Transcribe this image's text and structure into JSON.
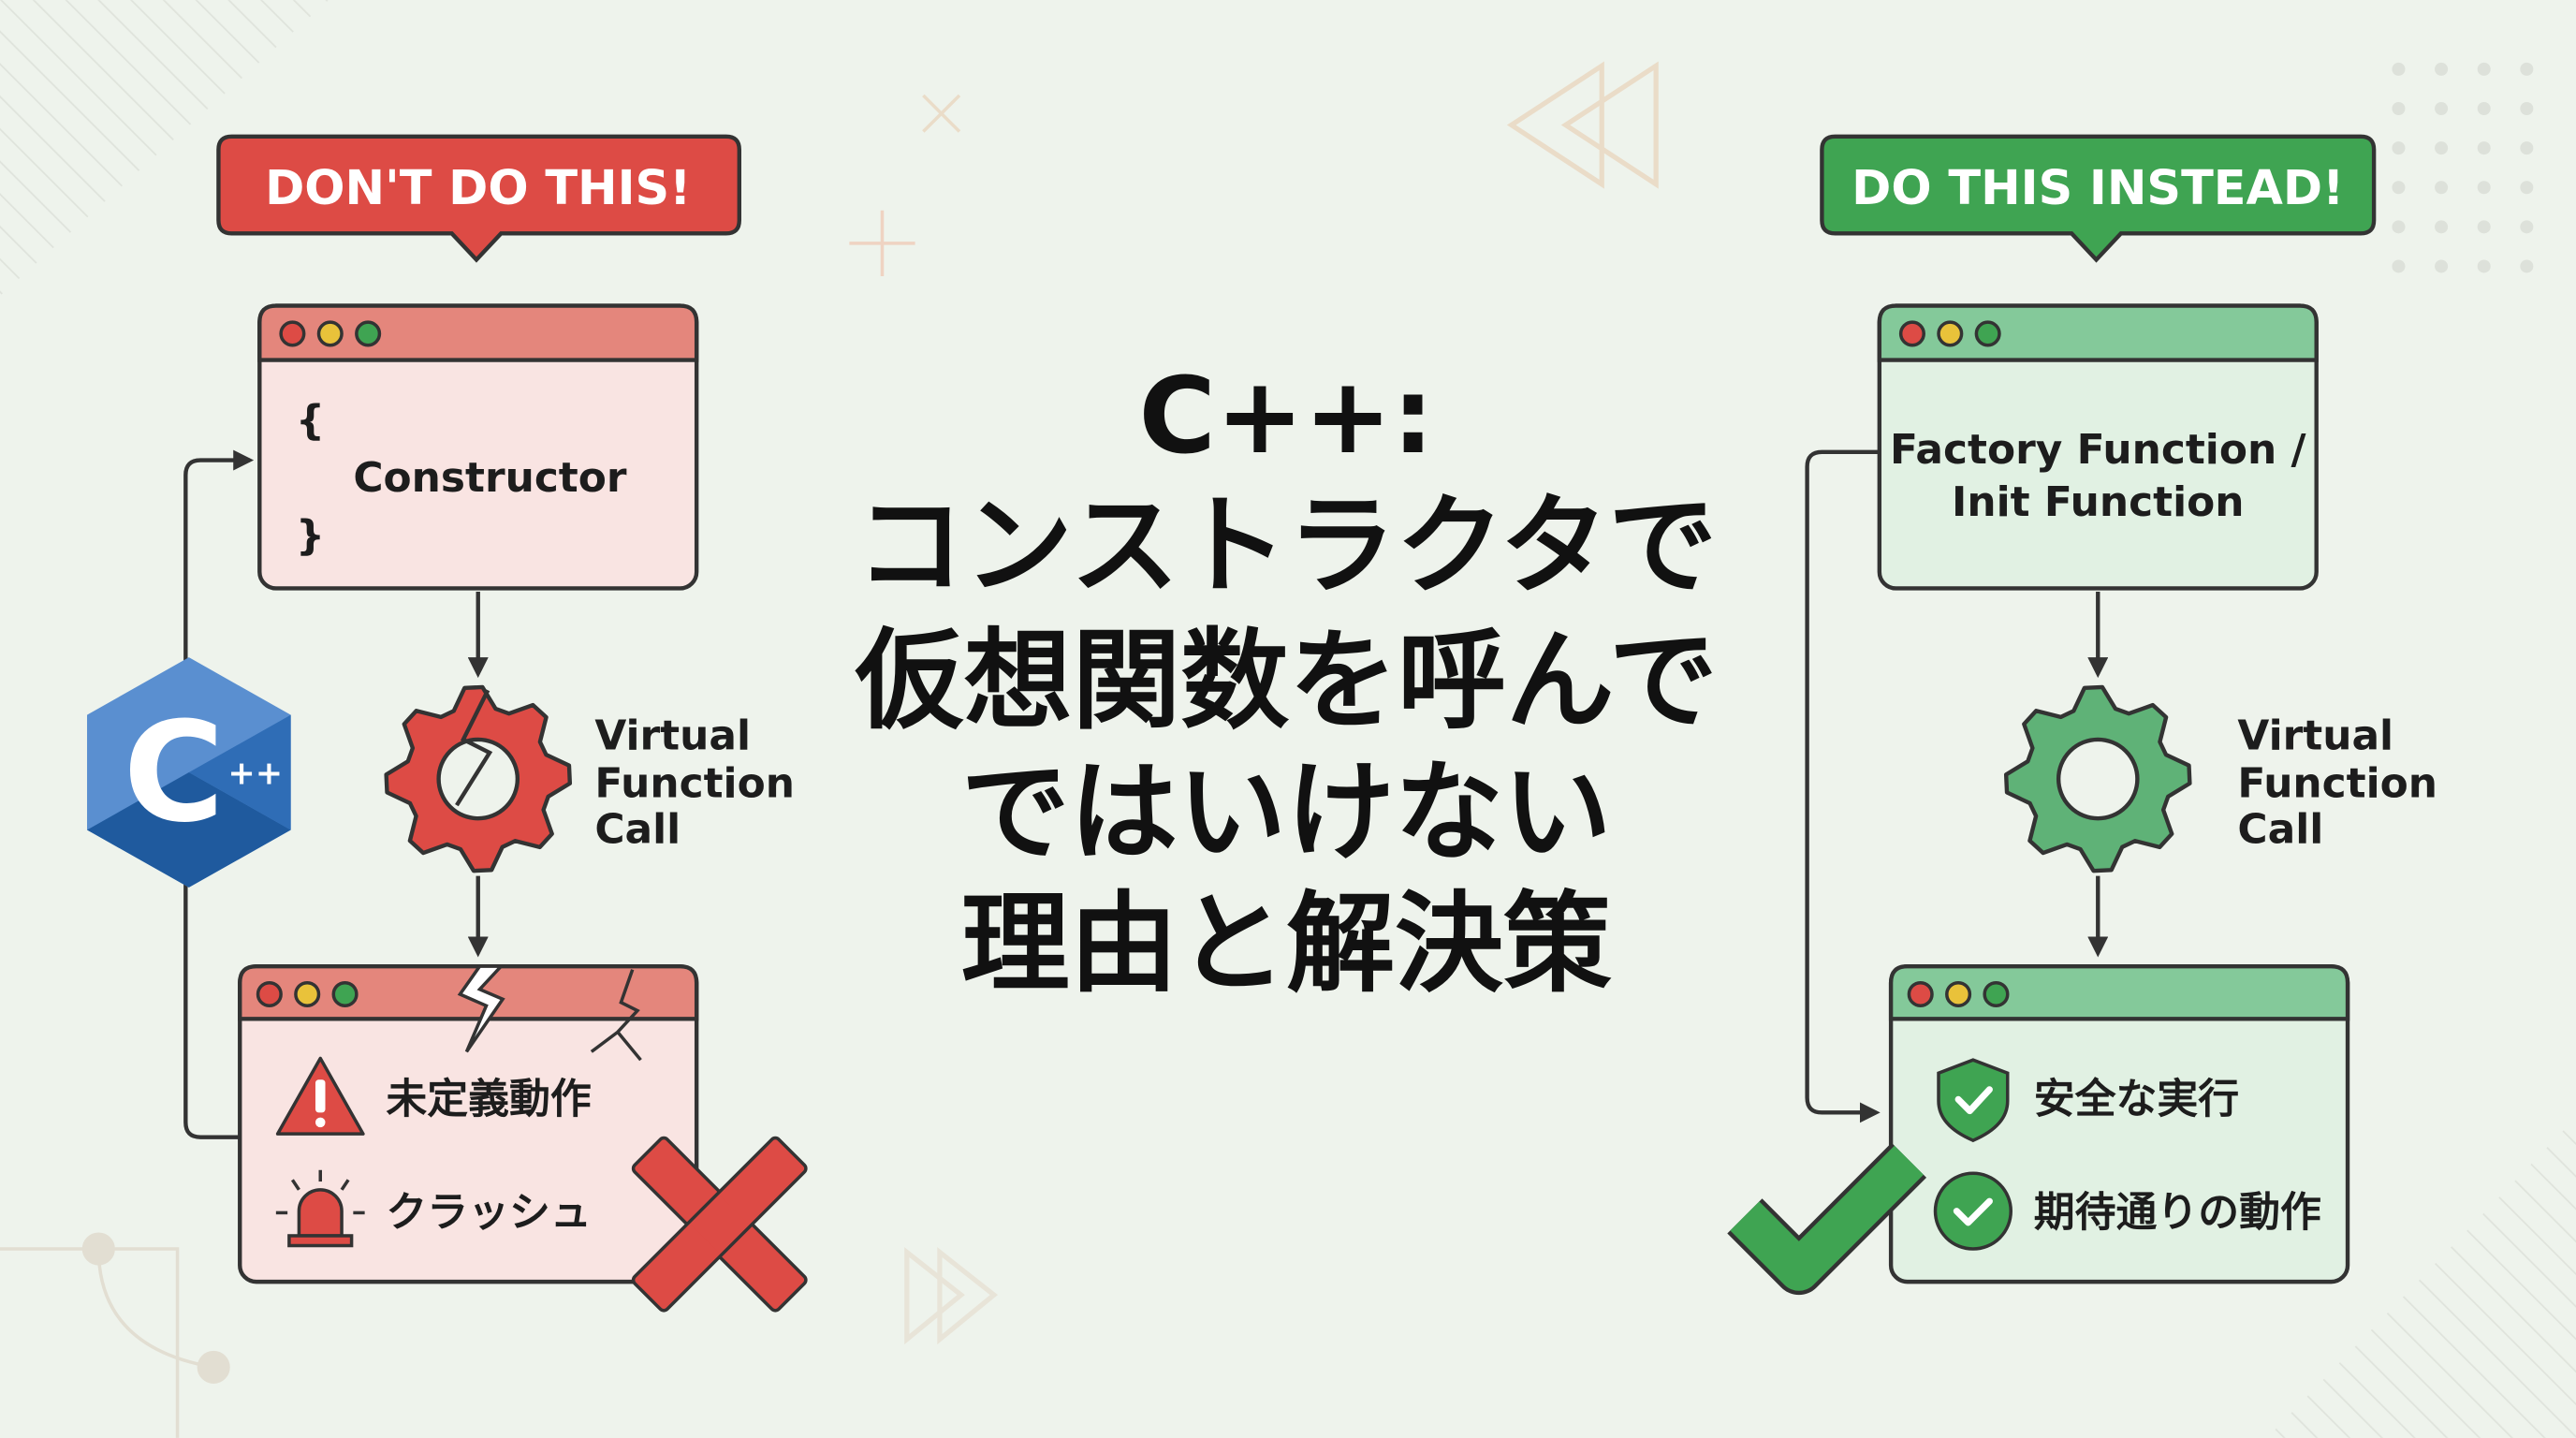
{
  "title": {
    "lines": [
      "C++:",
      "コンストラクタで",
      "仮想関数を呼んで",
      "ではいけない",
      "理由と解決策"
    ]
  },
  "bad": {
    "banner": "DON'T DO THIS!",
    "open_brace": "{",
    "close_brace": "}",
    "constructor": "Constructor",
    "gear_label": [
      "Virtual",
      "Function",
      "Call"
    ],
    "results": [
      "未定義動作",
      "クラッシュ"
    ]
  },
  "good": {
    "banner": "DO THIS INSTEAD!",
    "function_lines": [
      "Factory Function /",
      "Init Function"
    ],
    "gear_label": [
      "Virtual",
      "Function",
      "Call"
    ],
    "results": [
      "安全な実行",
      "期待通りの動作"
    ]
  },
  "logo": {
    "text": "C++"
  },
  "colors": {
    "background": "#eef3ec",
    "red": "#dd4b45",
    "red_light": "#f9e4e2",
    "red_bar": "#e4867c",
    "green": "#3fa452",
    "green_light": "#e1f1e3",
    "green_bar": "#84c99a",
    "outline": "#333333"
  }
}
